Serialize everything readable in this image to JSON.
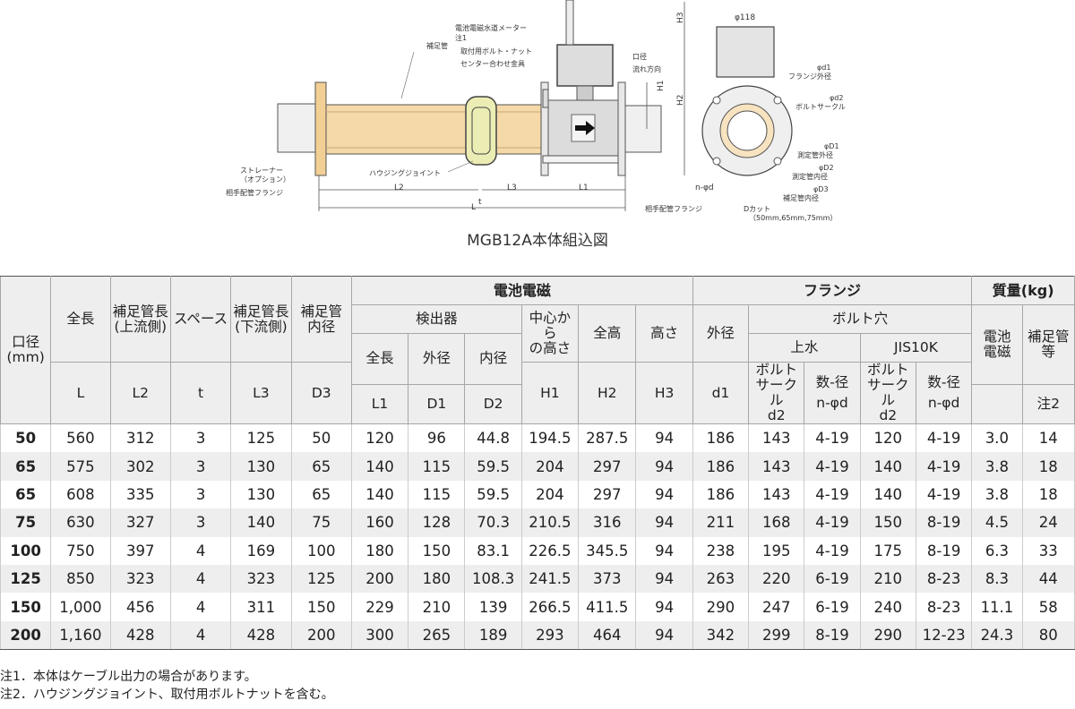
{
  "figure": {
    "caption": "MGB12A本体組込図",
    "labels": {
      "meter": "電池電磁水道メーター",
      "note1": "注1",
      "bolt_nut": "取付用ボルト・ナット",
      "hosokukan": "補足管",
      "center": "センター合わせ金具",
      "kokei": "口径",
      "flow": "流れ方向",
      "strainer": "ストレーナー",
      "option": "（オプション）",
      "aite_left": "相手配管フランジ",
      "housing": "ハウジングジョイント",
      "aite_right": "相手配管フランジ",
      "L2": "L2",
      "L3": "L3",
      "L1": "L1",
      "t": "t",
      "L": "L",
      "H1": "H1",
      "H2": "H2",
      "H3": "H3",
      "nphid": "n-φd",
      "phi118": "φ118",
      "phid1": "φd1",
      "flange_od": "フランジ外径",
      "phid2": "φd2",
      "bolt_circle": "ボルトサークル",
      "phiD1": "φD1",
      "sokutei_od": "測定管外径",
      "phiD2": "φD2",
      "sokutei_id": "測定管内径",
      "phiD3": "φD3",
      "hosoku_id": "補足管内径",
      "dcut": "Dカット",
      "dcut_sizes": "（50mm,65mm,75mm）"
    }
  },
  "table": {
    "headers": {
      "bore": "口径",
      "bore_unit": "(mm)",
      "total_length": "全長",
      "total_length_sym": "L",
      "l2_a": "補足管長",
      "l2_b": "(上流側)",
      "l2_sym": "L2",
      "space": "スペース",
      "space_sym": "t",
      "l3_a": "補足管長",
      "l3_b": "(下流側)",
      "l3_sym": "L3",
      "d3_a": "補足管",
      "d3_b": "内径",
      "d3_sym": "D3",
      "battery": "電池電磁",
      "detector": "検出器",
      "det_len": "全長",
      "det_len_sym": "L1",
      "det_od": "外径",
      "det_od_sym": "D1",
      "det_id": "内径",
      "det_id_sym": "D2",
      "h1_a": "中心から",
      "h1_b": "の高さ",
      "h1_sym": "H1",
      "h2": "全高",
      "h2_sym": "H2",
      "h3": "高さ",
      "h3_sym": "H3",
      "flange": "フランジ",
      "fl_od": "外径",
      "fl_od_sym": "d1",
      "bolt_holes": "ボルト穴",
      "josui": "上水",
      "jis": "JIS10K",
      "bc_a": "ボルト",
      "bc_b": "サークル",
      "bc_sym": "d2",
      "num_a": "数-径",
      "num_sym": "n-φd",
      "weight": "質量(kg)",
      "w_batt_a": "電池",
      "w_batt_b": "電磁",
      "w_pipe_a": "補足管",
      "w_pipe_b": "等",
      "w_pipe_note": "注2"
    },
    "rows": [
      [
        "50",
        "560",
        "312",
        "3",
        "125",
        "50",
        "120",
        "96",
        "44.8",
        "194.5",
        "287.5",
        "94",
        "186",
        "143",
        "4-19",
        "120",
        "4-19",
        "3.0",
        "14"
      ],
      [
        "65",
        "575",
        "302",
        "3",
        "130",
        "65",
        "140",
        "115",
        "59.5",
        "204",
        "297",
        "94",
        "186",
        "143",
        "4-19",
        "140",
        "4-19",
        "3.8",
        "18"
      ],
      [
        "65",
        "608",
        "335",
        "3",
        "130",
        "65",
        "140",
        "115",
        "59.5",
        "204",
        "297",
        "94",
        "186",
        "143",
        "4-19",
        "140",
        "4-19",
        "3.8",
        "18"
      ],
      [
        "75",
        "630",
        "327",
        "3",
        "140",
        "75",
        "160",
        "128",
        "70.3",
        "210.5",
        "316",
        "94",
        "211",
        "168",
        "4-19",
        "150",
        "8-19",
        "4.5",
        "24"
      ],
      [
        "100",
        "750",
        "397",
        "4",
        "169",
        "100",
        "180",
        "150",
        "83.1",
        "226.5",
        "345.5",
        "94",
        "238",
        "195",
        "4-19",
        "175",
        "8-19",
        "6.3",
        "33"
      ],
      [
        "125",
        "850",
        "323",
        "4",
        "323",
        "125",
        "200",
        "180",
        "108.3",
        "241.5",
        "373",
        "94",
        "263",
        "220",
        "6-19",
        "210",
        "8-23",
        "8.3",
        "44"
      ],
      [
        "150",
        "1,000",
        "456",
        "4",
        "311",
        "150",
        "229",
        "210",
        "139",
        "266.5",
        "411.5",
        "94",
        "290",
        "247",
        "6-19",
        "240",
        "8-23",
        "11.1",
        "58"
      ],
      [
        "200",
        "1,160",
        "428",
        "4",
        "428",
        "200",
        "300",
        "265",
        "189",
        "293",
        "464",
        "94",
        "342",
        "299",
        "8-19",
        "290",
        "12-23",
        "24.3",
        "80"
      ]
    ]
  },
  "notes": {
    "note1": "注1．本体はケーブル出力の場合があります。",
    "note2": "注2．ハウジングジョイント、取付用ボルトナットを含む。"
  },
  "colors": {
    "pipe_fill": "#f5d9a8",
    "housing_fill": "#ecedb4",
    "flange_fill": "#f2cf94",
    "meter_body": "#dddddd",
    "header_bg": "#eeeeee",
    "row_alt_bg": "#eeeeee"
  }
}
